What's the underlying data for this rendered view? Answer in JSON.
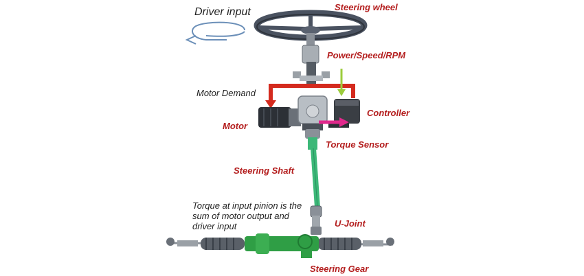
{
  "labels": {
    "driver_input": "Driver input",
    "steering_wheel": "Steering wheel",
    "power_speed_rpm": "Power/Speed/RPM",
    "motor_demand": "Motor Demand",
    "controller": "Controller",
    "motor": "Motor",
    "torque_sensor": "Torque Sensor",
    "steering_shaft": "Steering Shaft",
    "torque_note": "Torque at input pinion is the sum of motor output and driver input",
    "u_joint": "U-Joint",
    "steering_gear": "Steering Gear"
  },
  "colors": {
    "label_red": "#b41e1e",
    "demand_arrow": "#d42a1e",
    "signal_arrow": "#e0288c",
    "input_arrow": "#9ccc3c",
    "shaft_green": "#3cb878",
    "rack_green": "#2f9e45",
    "wheel_gray": "#4a5260"
  }
}
